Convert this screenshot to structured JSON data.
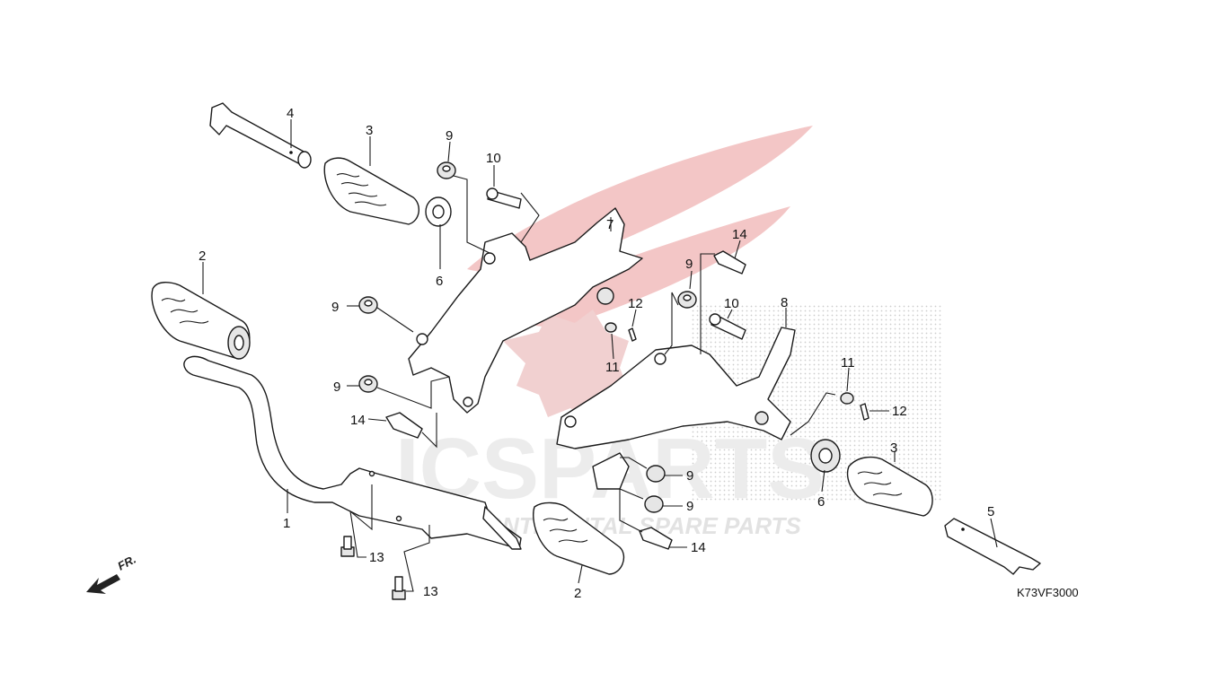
{
  "diagram_code": "K73VF3000",
  "direction_label": "FR.",
  "watermark": {
    "brand": "ICSPARTS",
    "tagline": "CONTINENTAL SPARE PARTS",
    "wing_color": "#f3c6c6",
    "text_color": "#ececec"
  },
  "callouts": {
    "c1": "1",
    "c2a": "2",
    "c2b": "2",
    "c3a": "3",
    "c3b": "3",
    "c4": "4",
    "c5": "5",
    "c6a": "6",
    "c6b": "6",
    "c7": "7",
    "c8": "8",
    "c9a": "9",
    "c9b": "9",
    "c9c": "9",
    "c9d": "9",
    "c9e": "9",
    "c9f": "9",
    "c10a": "10",
    "c10b": "10",
    "c11a": "11",
    "c11b": "11",
    "c12a": "12",
    "c12b": "12",
    "c13a": "13",
    "c13b": "13",
    "c14a": "14",
    "c14b": "14",
    "c14c": "14"
  }
}
